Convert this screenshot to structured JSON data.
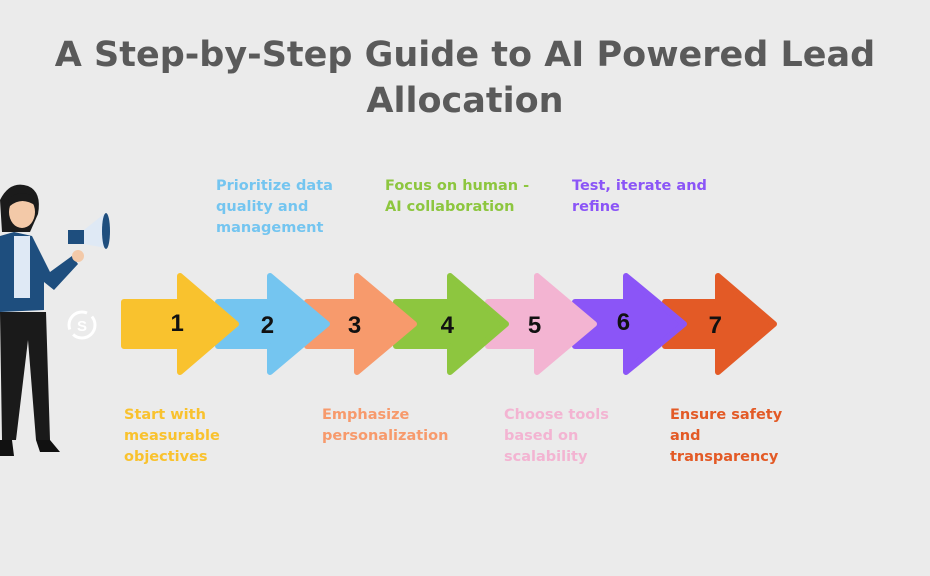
{
  "title": "A Step-by-Step Guide to AI Powered Lead\nAllocation",
  "steps": [
    {
      "number": "1",
      "label": "Start with\nmeasurable\nobjectives",
      "color": "#F9C22E"
    },
    {
      "number": "2",
      "label": "Prioritize data\nquality and\nmanagement",
      "color": "#74C5F0"
    },
    {
      "number": "3",
      "label": "Emphasize\npersonalization",
      "color": "#F79A6C"
    },
    {
      "number": "4",
      "label": "Focus on human -\nAI collaboration",
      "color": "#8DC63F"
    },
    {
      "number": "5",
      "label": "Choose tools\nbased on\nscalability",
      "color": "#F3B4D2"
    },
    {
      "number": "6",
      "label": "Test, iterate and\nrefine",
      "color": "#8B55F7"
    },
    {
      "number": "7",
      "label": "Ensure safety\nand\ntransparency",
      "color": "#E35A26"
    }
  ]
}
